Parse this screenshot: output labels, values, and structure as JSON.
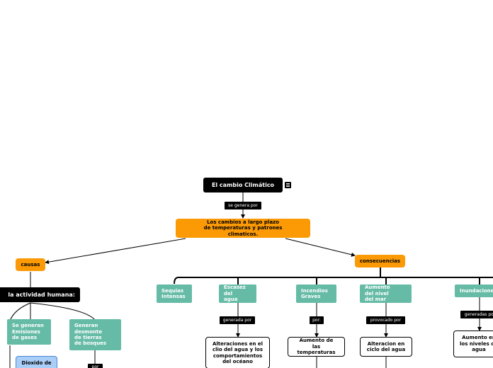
{
  "map": {
    "root": {
      "text": "El cambio Climático",
      "note_icon": "note-icon"
    },
    "root_link": "se genera por",
    "definition": "Los cambios a largo plazo de temperaturas y patrones climaticos.",
    "causes": {
      "label": "causas",
      "human": "la actividad humana:",
      "emissions": "Se generan Emisiones de gases",
      "deforestation": "Generan desmonte de tierras de bosques",
      "dioxide": "Dioxido de",
      "deforestation_link": "por"
    },
    "consequences": {
      "label": "consecuencias",
      "items": [
        {
          "title": "Sequias Intensas"
        },
        {
          "title": "Escasez del agua",
          "link": "generada por",
          "detail": "Alteraciones en el clio del agua y los comportamientos del océano"
        },
        {
          "title": "Incendios Graves",
          "link": "por:",
          "detail": "Aumento de las temperaturas"
        },
        {
          "title": "Aumento del nivel del mar",
          "link": "provocado por",
          "detail": "Alteracion en ciclo del agua"
        },
        {
          "title": "Inundaciones",
          "link": "generadas por",
          "detail": "Aumento en los niveles de agua"
        }
      ]
    },
    "colors": {
      "root": "#000000",
      "orange": "#fb9a05",
      "teal": "#66bba7",
      "blue": "#a9cef7"
    }
  }
}
